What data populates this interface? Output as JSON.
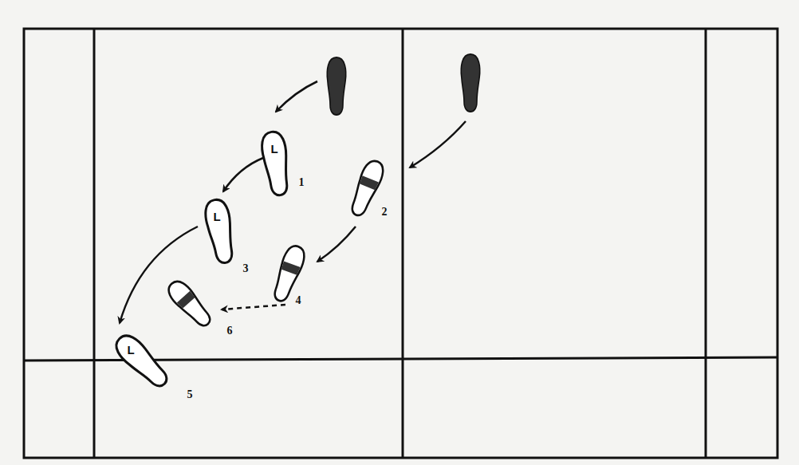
{
  "diagram": {
    "labels": [
      "L",
      "1",
      "2",
      "L",
      "3",
      "4",
      "6",
      "L",
      "5"
    ]
  }
}
